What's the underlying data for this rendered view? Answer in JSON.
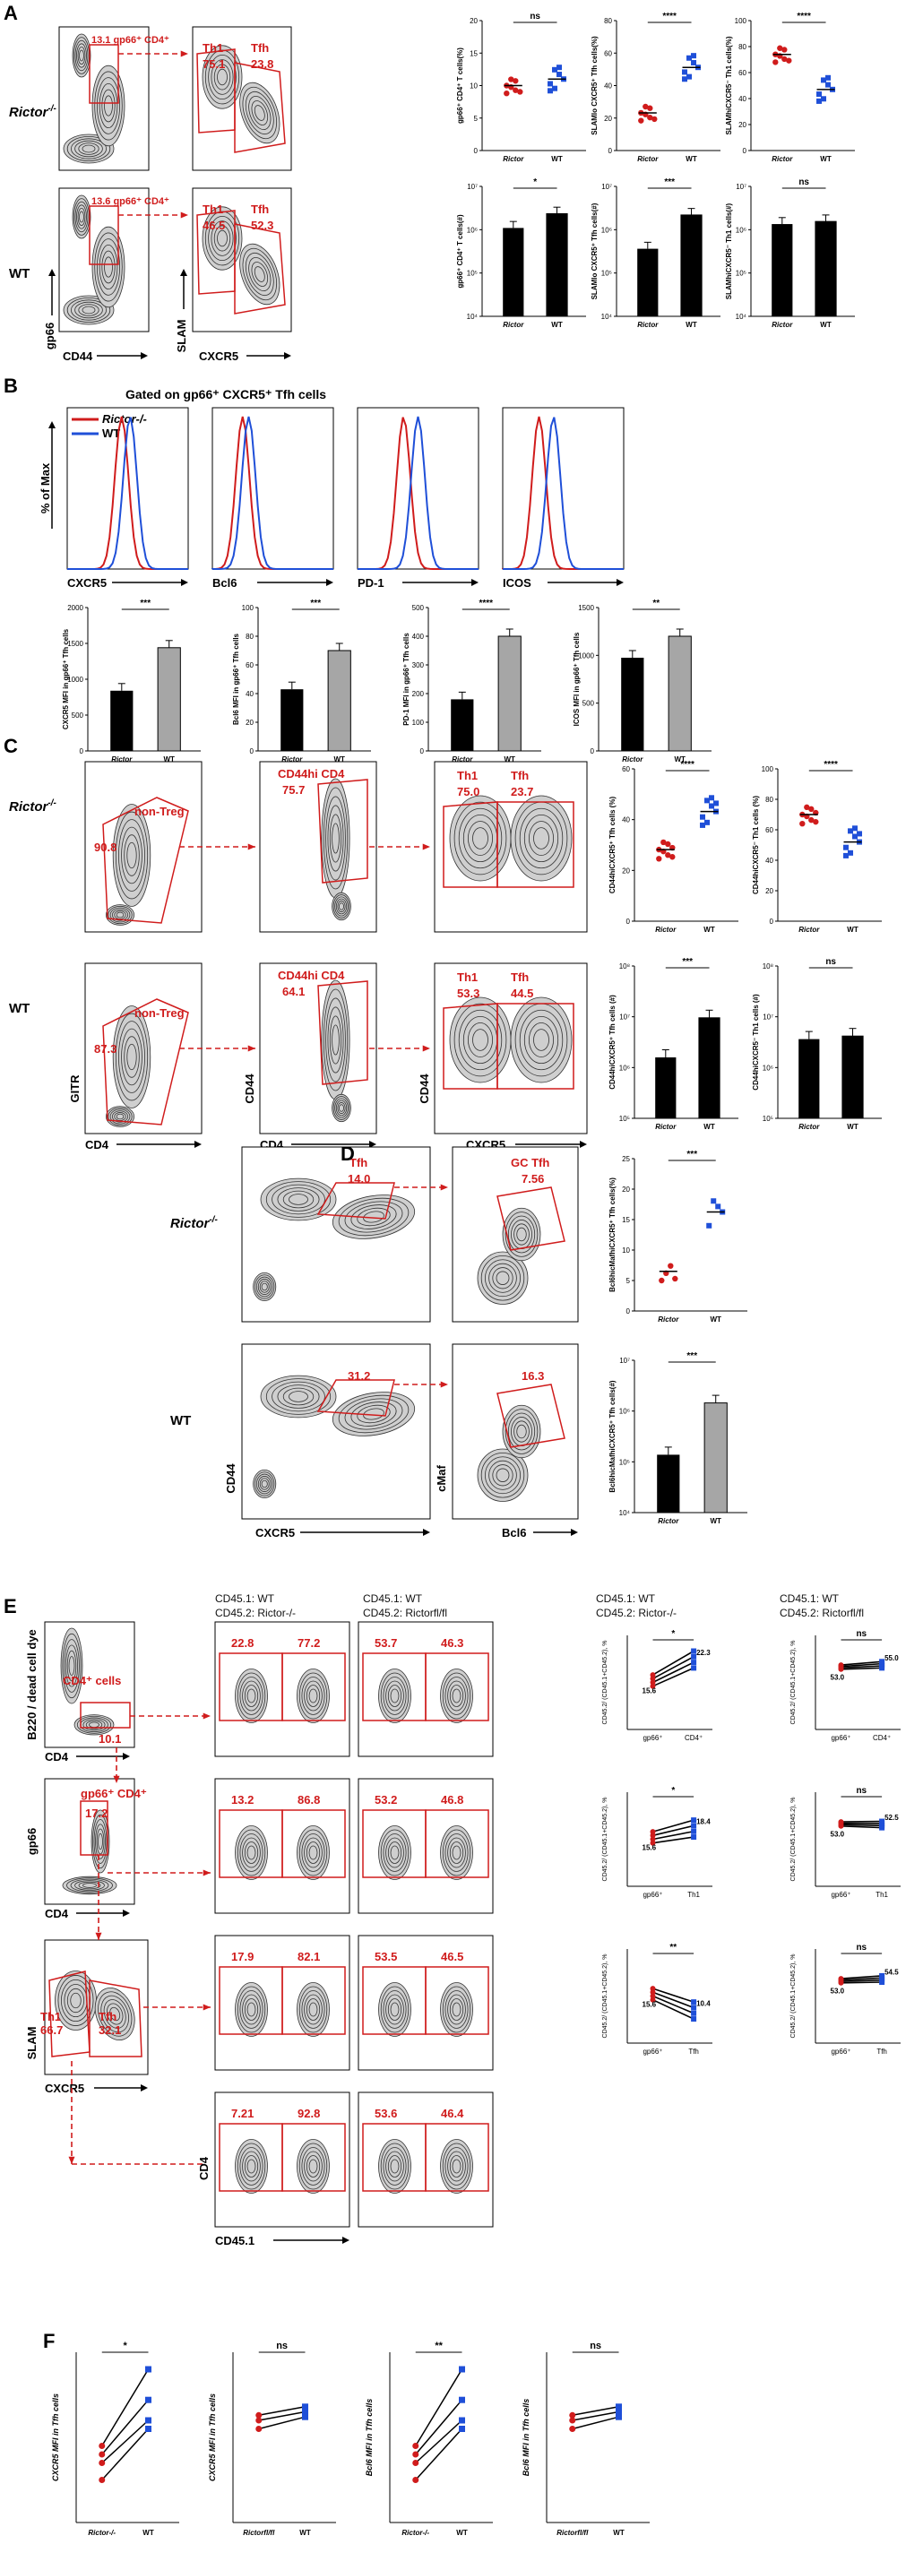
{
  "panels": {
    "a": "A",
    "b": "B",
    "c": "C",
    "d": "D",
    "e": "E",
    "f": "F"
  },
  "genotypes": {
    "ko": "Rictor",
    "ko_sup": "-/-",
    "wt": "WT",
    "flfl_sup": "fl/fl"
  },
  "A": {
    "gates_ko": {
      "gp66": "13.1 gp66⁺ CD4⁺",
      "th1_name": "Th1",
      "th1_val": "75.1",
      "tfh_name": "Tfh",
      "tfh_val": "23.8"
    },
    "gates_wt": {
      "gp66": "13.6 gp66⁺ CD4⁺",
      "th1_name": "Th1",
      "th1_val": "46.5",
      "tfh_name": "Tfh",
      "tfh_val": "52.3"
    },
    "axes": {
      "y1": "gp66",
      "x1": "CD44",
      "y2": "SLAM",
      "x2": "CXCR5"
    },
    "charts": [
      {
        "ylabel": "gp66⁺ CD4⁺ T cells(%)",
        "sig": "ns",
        "ticks": [
          "20",
          "15",
          "10",
          "5",
          "0"
        ]
      },
      {
        "ylabel": "SLAMlo CXCR5⁺ Tfh cells(%)",
        "sig": "****",
        "ticks": [
          "80",
          "60",
          "40",
          "20",
          "0"
        ]
      },
      {
        "ylabel": "SLAMhiCXCR5⁻ Th1 cells(%)",
        "sig": "****",
        "ticks": [
          "100",
          "80",
          "60",
          "40",
          "20",
          "0"
        ]
      },
      {
        "ylabel": "gp66⁺ CD4⁺ T cells(#)",
        "sig": "*",
        "ticks": [
          "10⁷",
          "10⁶",
          "10⁵",
          "10⁴"
        ]
      },
      {
        "ylabel": "SLAMlo CXCR5⁺ Tfh cells(#)",
        "sig": "***",
        "ticks": [
          "10⁷",
          "10⁶",
          "10⁵",
          "10⁴"
        ]
      },
      {
        "ylabel": "SLAMhiCXCR5⁻ Th1 cells(#)",
        "sig": "ns",
        "ticks": [
          "10⁷",
          "10⁶",
          "10⁵",
          "10⁴"
        ]
      }
    ]
  },
  "B": {
    "title": "Gated on gp66⁺ CXCR5⁺ Tfh cells",
    "ylabel": "% of Max",
    "markers": [
      "CXCR5",
      "Bcl6",
      "PD-1",
      "ICOS"
    ],
    "legend_ko": "Rictor-/-",
    "legend_wt": "WT",
    "charts": [
      {
        "ylabel": "CXCR5 MFI in gp66⁺ Tfh cells",
        "sig": "***",
        "ticks": [
          "2000",
          "1500",
          "1000",
          "500",
          "0"
        ]
      },
      {
        "ylabel": "Bcl6 MFI in gp66⁺ Tfh cells",
        "sig": "***",
        "ticks": [
          "100",
          "80",
          "60",
          "40",
          "20",
          "0"
        ]
      },
      {
        "ylabel": "PD-1 MFI in gp66⁺ Tfh cells",
        "sig": "****",
        "ticks": [
          "500",
          "400",
          "300",
          "200",
          "100",
          "0"
        ]
      },
      {
        "ylabel": "ICOS MFI in gp66⁺ Tfh cells",
        "sig": "**",
        "ticks": [
          "1500",
          "1000",
          "500",
          "0"
        ]
      }
    ]
  },
  "C": {
    "gates_ko": {
      "nontreg": "non-Treg",
      "nontreg_val": "90.8",
      "cd44": "CD44hi CD4",
      "cd44_val": "75.7",
      "th1": "Th1",
      "th1_val": "75.0",
      "tfh": "Tfh",
      "tfh_val": "23.7"
    },
    "gates_wt": {
      "nontreg": "non-Treg",
      "nontreg_val": "87.3",
      "cd44": "CD44hi CD4",
      "cd44_val": "64.1",
      "th1": "Th1",
      "th1_val": "53.3",
      "tfh": "Tfh",
      "tfh_val": "44.5"
    },
    "axes": {
      "y1": "GITR",
      "x1": "CD4",
      "y2": "CD44",
      "x2": "CD4",
      "y3": "CD44",
      "x3": "CXCR5"
    },
    "charts": [
      {
        "ylabel": "CD44hiCXCR5⁺ Tfh cells (%)",
        "sig": "****",
        "ticks": [
          "60",
          "40",
          "20",
          "0"
        ]
      },
      {
        "ylabel": "CD44hiCXCR5⁻ Th1 cells (%)",
        "sig": "****",
        "ticks": [
          "100",
          "80",
          "60",
          "40",
          "20",
          "0"
        ]
      },
      {
        "ylabel": "CD44hiCXCR5⁺ Tfh cells (#)",
        "sig": "***",
        "ticks": [
          "10⁸",
          "10⁷",
          "10⁶",
          "10⁵"
        ]
      },
      {
        "ylabel": "CD44hiCXCR5⁻ Th1 cells (#)",
        "sig": "ns",
        "ticks": [
          "10⁸",
          "10⁷",
          "10⁶",
          "10⁵"
        ]
      }
    ]
  },
  "D": {
    "gates_ko": {
      "tfh": "Tfh",
      "tfh_val": "14.0",
      "gc": "GC Tfh",
      "gc_val": "7.56"
    },
    "gates_wt": {
      "tfh_val": "31.2",
      "gc_val": "16.3"
    },
    "axes": {
      "y1": "CD44",
      "x1": "CXCR5",
      "y2": "cMaf",
      "x2": "Bcl6"
    },
    "charts": [
      {
        "ylabel": "Bcl6hicMafhiCXCR5⁺ Tfh cells(%)",
        "sig": "***",
        "ticks": [
          "25",
          "20",
          "15",
          "10",
          "5",
          "0"
        ]
      },
      {
        "ylabel": "Bcl6hicMafhiCXCR5⁺ Tfh cells(#)",
        "sig": "***",
        "ticks": [
          "10⁷",
          "10⁶",
          "10⁵",
          "10⁴"
        ]
      }
    ]
  },
  "E": {
    "headers": [
      {
        "l1": "CD45.1: WT",
        "l2": "CD45.2: Rictor-/-"
      },
      {
        "l1": "CD45.1: WT",
        "l2": "CD45.2: Rictorfl/fl"
      },
      {
        "l1": "CD45.1: WT",
        "l2": "CD45.2: Rictor-/-"
      },
      {
        "l1": "CD45.1: WT",
        "l2": "CD45.2: Rictorfl/fl"
      }
    ],
    "gates": {
      "cd4": "CD4⁺ cells",
      "cd4_val": "10.1",
      "gp66": "gp66⁺ CD4⁺",
      "gp66_val": "17.2",
      "th1": "Th1",
      "th1_val": "66.7",
      "tfh": "Tfh",
      "tfh_val": "32.1"
    },
    "axes": {
      "y1": "B220 / dead cell dye",
      "x1": "CD4",
      "y2": "gp66",
      "x2": "CD4",
      "y3": "SLAM",
      "x3": "CXCR5",
      "y4": "CD4",
      "x4": "CD45.1"
    },
    "quad_ko": [
      [
        "22.8",
        "77.2"
      ],
      [
        "13.2",
        "86.8"
      ],
      [
        "17.9",
        "82.1"
      ],
      [
        "7.21",
        "92.8"
      ]
    ],
    "quad_fl": [
      [
        "53.7",
        "46.3"
      ],
      [
        "53.2",
        "46.8"
      ],
      [
        "53.5",
        "46.5"
      ],
      [
        "53.6",
        "46.4"
      ]
    ],
    "paired": [
      {
        "sig": "*",
        "xl": [
          "gp66⁺",
          "CD4⁺"
        ],
        "v1": "15.6",
        "v2": "22.3"
      },
      {
        "sig": "ns",
        "xl": [
          "gp66⁺",
          "CD4⁺"
        ],
        "v1": "53.0",
        "v2": "55.0"
      },
      {
        "sig": "*",
        "xl": [
          "gp66⁺",
          "Th1"
        ],
        "v1": "15.6",
        "v2": "18.4"
      },
      {
        "sig": "ns",
        "xl": [
          "gp66⁺",
          "Th1"
        ],
        "v1": "53.0",
        "v2": "52.5"
      },
      {
        "sig": "**",
        "xl": [
          "gp66⁺",
          "Tfh"
        ],
        "v1": "15.6",
        "v2": "10.4"
      },
      {
        "sig": "ns",
        "xl": [
          "gp66⁺",
          "Tfh"
        ],
        "v1": "53.0",
        "v2": "54.5"
      }
    ],
    "paired_ylabel": "CD45.2/ (CD45.1+CD45.2), %"
  },
  "F": {
    "charts": [
      {
        "ylabel": "CXCR5 MFI in Tfh cells",
        "sig": "*",
        "x1": "Rictor-/-",
        "x2": "WT"
      },
      {
        "ylabel": "CXCR5 MFI in Tfh cells",
        "sig": "ns",
        "x1": "Rictorfl/fl",
        "x2": "WT"
      },
      {
        "ylabel": "Bcl6 MFI in Tfh cells",
        "sig": "**",
        "x1": "Rictor-/-",
        "x2": "WT"
      },
      {
        "ylabel": "Bcl6 MFI in Tfh cells",
        "sig": "ns",
        "x1": "Rictorfl/fl",
        "x2": "WT"
      }
    ]
  }
}
